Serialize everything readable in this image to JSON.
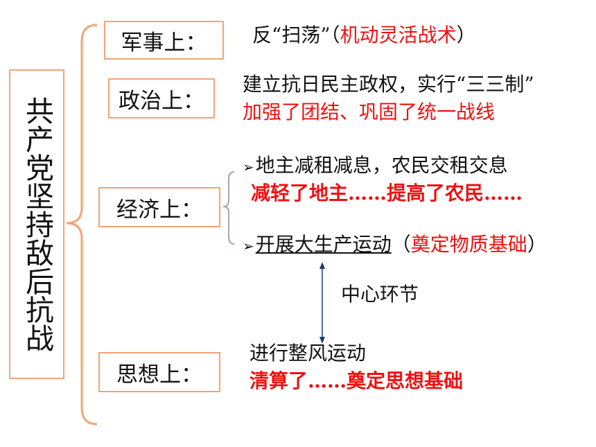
{
  "title": "共产党坚持敌后抗战",
  "accent_color": "#f2a477",
  "highlight_color": "#ee1111",
  "military": {
    "label": "军事上：",
    "text_prefix": "反“扫荡”（",
    "text_red": "机动灵活战术",
    "text_suffix": "）"
  },
  "politics": {
    "label": "政治上：",
    "line1": "建立抗日民主政权，实行“三三制”",
    "line2": "加强了团结、巩固了统一战线"
  },
  "economy": {
    "label": "经济上：",
    "item1_line1": "地主减租减息，农民交租交息",
    "item1_line2": "减轻了地主……提高了农民……",
    "item2_main": "开展大生产运动",
    "item2_open": "（",
    "item2_red": "奠定物质基础",
    "item2_close": "）"
  },
  "link_label": "中心环节",
  "ideology": {
    "label": "思想上：",
    "line1": "进行整风运动",
    "line2": "清算了……奠定思想基础"
  }
}
